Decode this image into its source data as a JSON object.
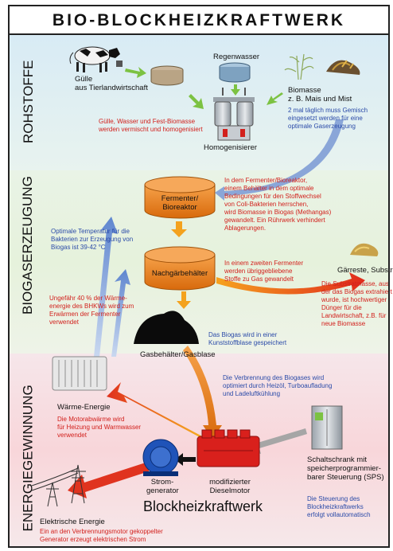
{
  "title": "BIO-BLOCKHEIZKRAFTWERK",
  "sections": {
    "rohstoffe": "ROHSTOFFE",
    "biogaserzeugung": "BIOGASERZEUGUNG",
    "energiegewinnung": "ENERGIEGEWINNUNG"
  },
  "rohstoffe": {
    "guelle": "Gülle\naus Tierlandwirtschaft",
    "regenwasser": "Regenwasser",
    "biomasse": "Biomasse\nz. B. Mais und Mist",
    "biomasse_note": "2 mal täglich muss Gemisch\neingesetzt werden für eine\noptimale Gaserzeugung",
    "mix_note": "Gülle, Wasser und Fest-Biomasse\nwerden vermischt und homogenisiert",
    "homogenisierer": "Homogenisierer"
  },
  "biogas": {
    "fermenter": "Fermenter/\nBioreaktor",
    "fermenter_note": "In dem Fermenter/Bioreaktor,\neinem Behälter in dem optimale\nBedingungen für den Stoffwechsel\nvon Coli-Bakterien herrschen,\nwird Biomasse in Biogas (Methangas)\ngewandelt. Ein Rührwerk verhindert\nAblagerungen.",
    "temp_note": "Optimale Temperatur für die\nBakterien zur Erzeugung von\nBiogas ist 39-42 °C",
    "nachgaer": "Nachgärbehälter",
    "nachgaer_note": "In einem zweiten Fermenter\nwerden übriggebliebene\nStoffe zu Gas gewandelt",
    "gaerreste": "Gärreste, Substrat",
    "gaerreste_note": "Die Substratmasse, aus\nder das Biogas extrahiert\nwurde, ist hochwertiger\nDünger für die\nLandwirtschaft, z.B. für\nneue Biomasse",
    "waerme_note": "Ungefähr 40 % der Wärme-\nenergie des BHKWs wird zum\nErwärmen der Fermenter\nverwendet",
    "gasblase_note": "Das Biogas wird in einer\nKunststoffblase gespeichert",
    "gasbehaelter": "Gasbehälter/Gasblase"
  },
  "energie": {
    "verbrennung_note": "Die Verbrennung des Biogases wird\noptimiert durch Heizöl, Turboaufladung\nund Ladeluftkühlung",
    "waermeenergie": "Wärme-Energie",
    "waerme_use": "Die Motorabwärme wird\nfür Heizung und Warmwasser\nverwendet",
    "schaltschrank": "Schaltschrank mit\nspeicherprogrammier-\nbarer Steuerung (SPS)",
    "steuerung_note": "Die Steuerung des\nBlockheizkraftwerks\nerfolgt vollautomatisch",
    "stromgenerator": "Strom-\ngenerator",
    "dieselmotor": "modifizierter\nDieselmotor",
    "bhkw": "Blockheizkraftwerk",
    "elektrische": "Elektrische Energie",
    "elektrische_note": "Ein an den Verbrennungsmotor gekoppelter\nGenerator erzeugt elektrischen Strom"
  },
  "colors": {
    "band_top": "#cfe4f1",
    "band_mid": "#e3f0d6",
    "band_low": "#f7d8dc",
    "red_text": "#d2201c",
    "blue_text": "#2a4aa8",
    "tank_orange": "#f08a1e",
    "arrow_green": "#7cc242",
    "arrow_blue": "#6a8fd0",
    "arrow_red": "#e2331f",
    "arrow_orange": "#f4a21e"
  }
}
